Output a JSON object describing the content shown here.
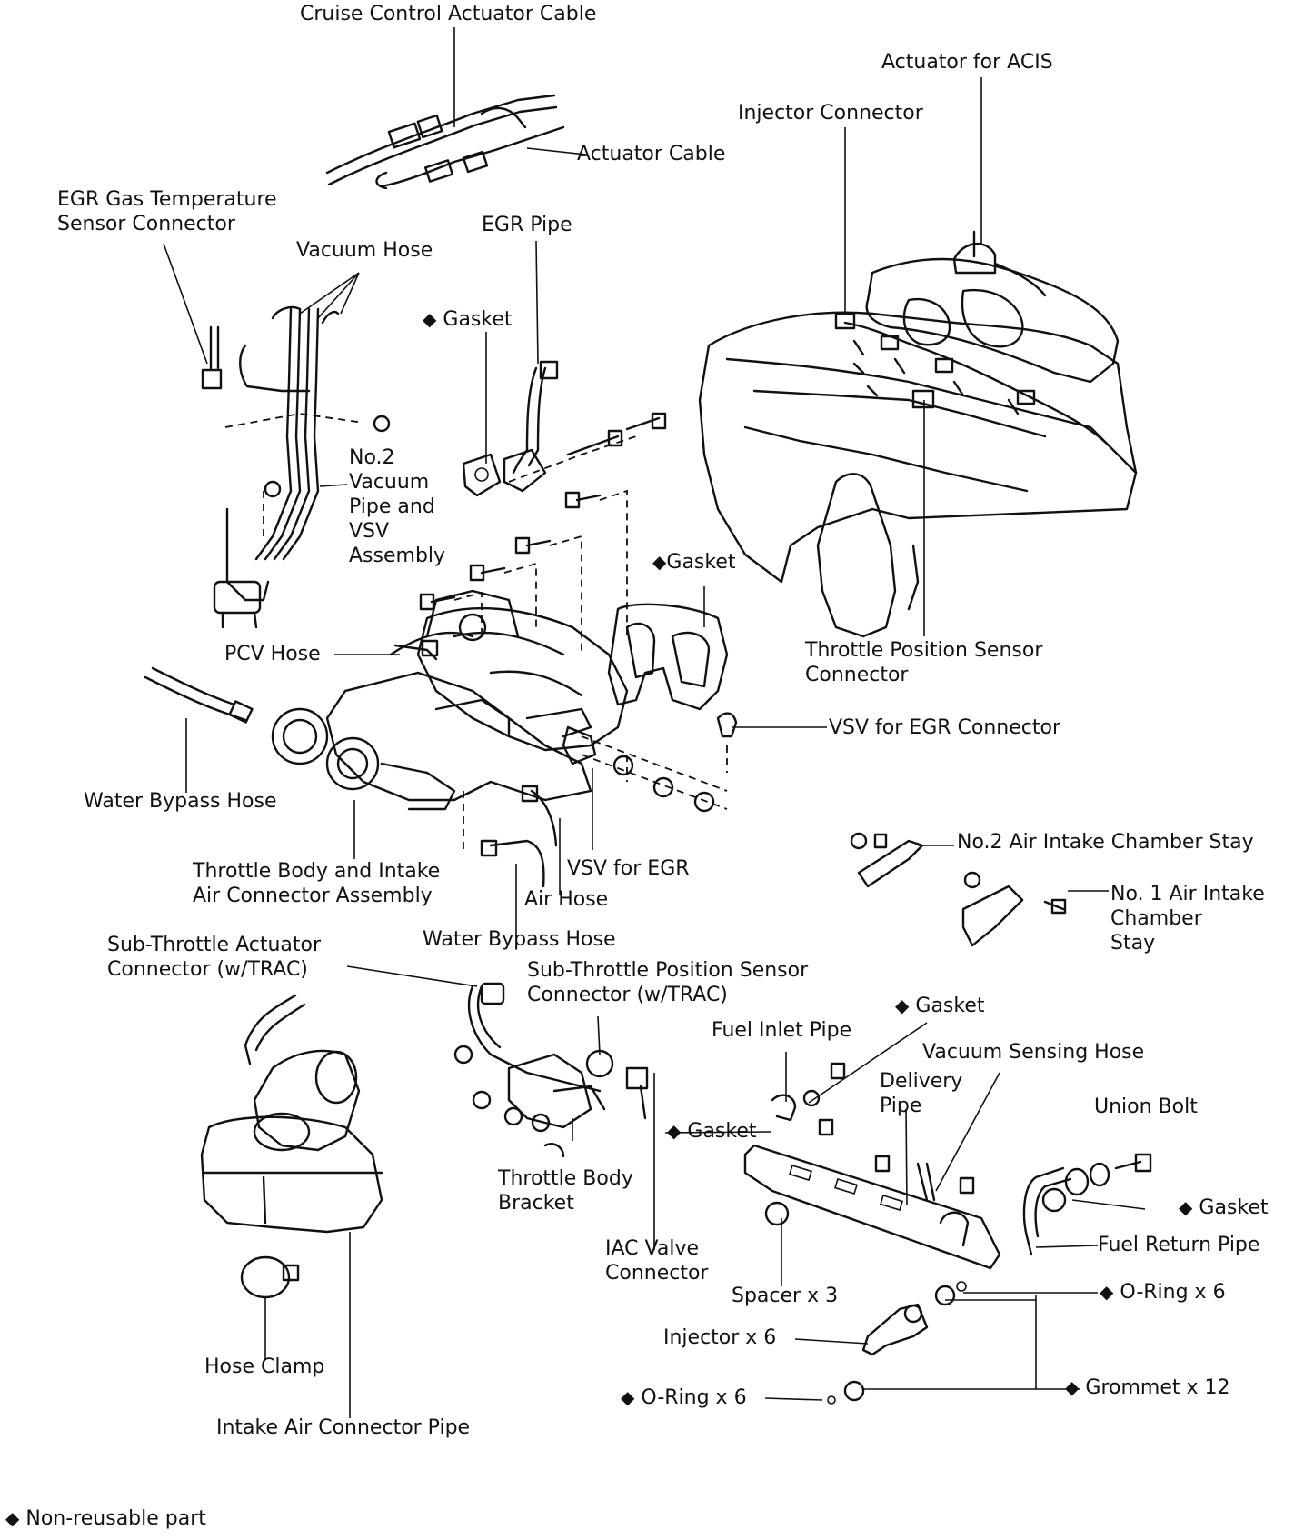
{
  "legend": {
    "symbol": "◆",
    "text": "Non-reusable part"
  },
  "labels": {
    "cruise_cable": "Cruise Control Actuator Cable",
    "actuator_cable": "Actuator Cable",
    "acis": "Actuator for ACIS",
    "injector_connector": "Injector Connector",
    "egr_temp_1": "EGR Gas Temperature",
    "egr_temp_2": "Sensor Connector",
    "vacuum_hose": "Vacuum Hose",
    "egr_pipe": "EGR Pipe",
    "gasket": "Gasket",
    "no2_vac_1": "No.2",
    "no2_vac_2": "Vacuum",
    "no2_vac_3": "Pipe and",
    "no2_vac_4": "VSV",
    "no2_vac_5": "Assembly",
    "pcv_hose": "PCV Hose",
    "tps_conn_1": "Throttle Position Sensor",
    "tps_conn_2": "Connector",
    "vsv_egr_conn": "VSV for EGR Connector",
    "water_bypass_hose": "Water Bypass Hose",
    "no2_stay": "No.2 Air Intake Chamber Stay",
    "no1_stay_1": "No. 1 Air Intake",
    "no1_stay_2": "Chamber",
    "no1_stay_3": "Stay",
    "throttle_body_1": "Throttle Body and Intake",
    "throttle_body_2": "Air Connector Assembly",
    "vsv_egr": "VSV for EGR",
    "air_hose": "Air Hose",
    "sub_throttle_act_1": "Sub-Throttle Actuator",
    "sub_throttle_act_2": "Connector (w/TRAC)",
    "sub_tps_1": "Sub-Throttle Position Sensor",
    "sub_tps_2": "Connector (w/TRAC)",
    "fuel_inlet_pipe": "Fuel Inlet Pipe",
    "vacuum_sensing_hose": "Vacuum Sensing Hose",
    "delivery_1": "Delivery",
    "delivery_2": "Pipe",
    "union_bolt": "Union Bolt",
    "fuel_return_pipe": "Fuel Return Pipe",
    "throttle_bracket_1": "Throttle Body",
    "throttle_bracket_2": "Bracket",
    "iac_1": "IAC Valve",
    "iac_2": "Connector",
    "spacer": "Spacer x 3",
    "o_ring_6": "O-Ring x 6",
    "injector_6": "Injector x 6",
    "grommet_12": "Grommet  x 12",
    "hose_clamp": "Hose Clamp",
    "intake_air_pipe": "Intake Air Connector Pipe"
  }
}
